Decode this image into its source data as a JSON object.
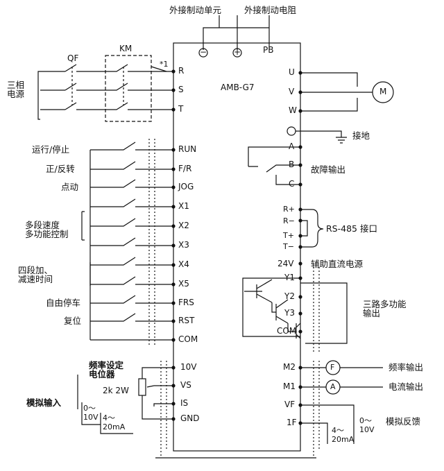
{
  "top": {
    "brake_unit": "外接制动单元",
    "brake_resistor": "外接制动电阻",
    "minus": "−",
    "plus": "+",
    "pb": "PB"
  },
  "model": "AMB-G7",
  "power": {
    "qf": "QF",
    "km": "KM",
    "note": "*1",
    "source": "三相\n电源",
    "terminals": [
      "R",
      "S",
      "T"
    ]
  },
  "output": {
    "terminals": [
      "U",
      "V",
      "W"
    ],
    "motor": "M",
    "ground": "接地"
  },
  "fault": {
    "terminals": [
      "A",
      "B",
      "C"
    ],
    "label": "故障输出"
  },
  "rs485": {
    "terminals": [
      "R+",
      "R−",
      "T+",
      "T−"
    ],
    "label": "RS-485 接口"
  },
  "aux": {
    "terminal": "24V",
    "label": "辅助直流电源"
  },
  "multi_out": {
    "terminals": [
      "Y1",
      "Y2",
      "Y3",
      "COM"
    ],
    "label": "三路多功能\n输出"
  },
  "inputs": {
    "terminals": [
      "RUN",
      "F/R",
      "JOG",
      "X1",
      "X2",
      "X3",
      "X4",
      "X5",
      "FRS",
      "RST",
      "COM"
    ],
    "run_stop": "运行/停止",
    "fwd_rev": "正/反转",
    "jog": "点动",
    "multi_speed": "多段速度\n多功能控制",
    "accel": "四段加、\n减速时间",
    "free_stop": "自由停车",
    "reset": "复位"
  },
  "analog_in": {
    "terminals": [
      "10V",
      "VS",
      "IS",
      "GND"
    ],
    "pot_label": "频率设定\n电位器",
    "pot_value": "2k  2W",
    "label": "模拟输入",
    "v_range": "0～\n10V",
    "i_range": "4～\n20mA"
  },
  "analog_out": {
    "terminals": [
      "M2",
      "M1",
      "VF",
      "1F"
    ],
    "freq_meter": "F",
    "curr_meter": "A",
    "freq_out": "频率输出",
    "curr_out": "电流输出",
    "feedback": "模拟反馈",
    "v_range": "0～\n10V",
    "i_range": "4～\n20mA"
  }
}
